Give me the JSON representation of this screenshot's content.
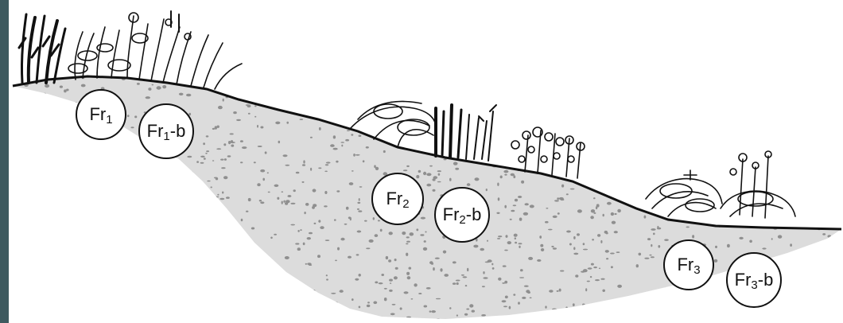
{
  "colors": {
    "side_bar": "#3e5a5f",
    "background": "#ffffff",
    "sediment": "#dcdcdc",
    "speckle": "#8f8f8f",
    "ink": "#111111",
    "circle_fill": "#ffffff"
  },
  "labels": [
    {
      "base": "Fr",
      "sub": "1",
      "suffix": ""
    },
    {
      "base": "Fr",
      "sub": "1",
      "suffix": "-b"
    },
    {
      "base": "Fr",
      "sub": "2",
      "suffix": ""
    },
    {
      "base": "Fr",
      "sub": "2",
      "suffix": "-b"
    },
    {
      "base": "Fr",
      "sub": "3",
      "suffix": ""
    },
    {
      "base": "Fr",
      "sub": "3",
      "suffix": "-b"
    }
  ],
  "plant_icons": [
    "reed-cluster-icon",
    "leafy-shrub-cluster-icon",
    "broadleaf-plant-icon",
    "rush-cluster-icon",
    "flowering-plant-icon",
    "broadleaf-plant-icon",
    "flowering-plant-icon"
  ]
}
